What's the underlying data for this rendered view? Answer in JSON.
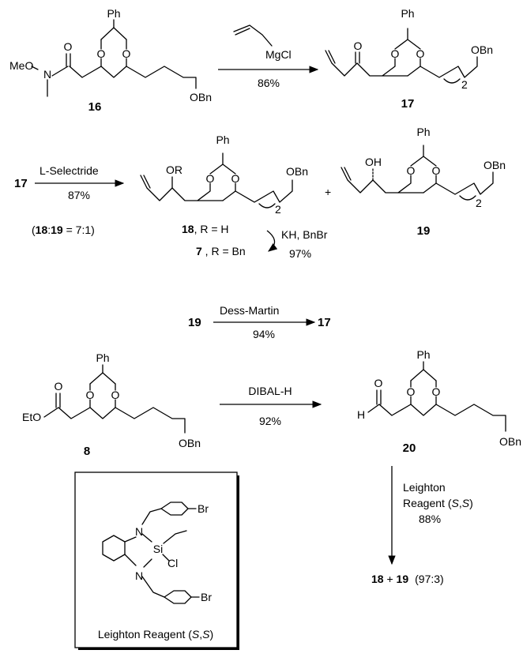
{
  "atoms": {
    "Ph": "Ph",
    "O": "O",
    "N": "N",
    "H": "H",
    "Si": "Si",
    "Cl": "Cl",
    "Br": "Br",
    "MeO": "MeO",
    "EtO": "EtO",
    "OBn": "OBn",
    "OR": "OR",
    "OH": "OH",
    "MgCl": "MgCl",
    "subscript_2": "2"
  },
  "compounds": {
    "c16": "16",
    "c17": "17",
    "c18": "18",
    "c19": "19",
    "c7": "7",
    "c8": "8",
    "c20": "20"
  },
  "reactions": {
    "r1_yield": "86%",
    "r2_reagent": "L-Selectride",
    "r2_yield": "87%",
    "ratio_open": "(",
    "ratio_a": "18",
    "ratio_colon": ":",
    "ratio_b": "19",
    "ratio_value": " = 7:1)",
    "plus": "+",
    "label_18_suffix": ", R = H",
    "label_7_suffix": " , R = Bn",
    "r3_reagent": "KH, BnBr",
    "r3_yield": "97%",
    "r4_reagent": "Dess-Martin",
    "r4_yield": "94%",
    "r5_reagent": "DIBAL-H",
    "r5_yield": "92%",
    "r6_reagent_line1": "Leighton",
    "r6_reagent_line2_prefix": "Reagent (",
    "r6_S1": "S",
    "r6_comma": ",",
    "r6_S2": "S",
    "r6_close": ")",
    "r6_yield": "88%",
    "final_plus": " + ",
    "final_ratio": "(97:3)"
  },
  "box": {
    "caption_prefix": "Leighton Reagent (",
    "S1": "S",
    "comma": ",",
    "S2": "S",
    "close": ")"
  }
}
